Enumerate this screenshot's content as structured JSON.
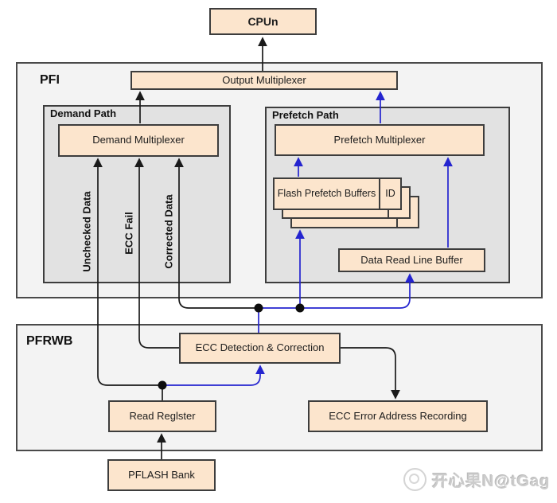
{
  "diagram": {
    "cpu_label": "CPUn",
    "pfi": {
      "label": "PFI",
      "output_multiplexer": "Output Multiplexer",
      "demand_path": {
        "label": "Demand Path",
        "demand_multiplexer": "Demand Multiplexer"
      },
      "prefetch_path": {
        "label": "Prefetch Path",
        "prefetch_multiplexer": "Prefetch Multiplexer",
        "flash_prefetch_buffers": "Flash Prefetch Buffers",
        "id_tag": "ID",
        "data_read_line_buffer": "Data Read Line Buffer"
      }
    },
    "signal_labels": {
      "unchecked_data": "Unchecked Data",
      "ecc_fail": "ECC Fail",
      "corrected_data": "Corrected Data"
    },
    "pfrwb": {
      "label": "PFRWB",
      "ecc_detection_correction": "ECC Detection & Correction",
      "read_register": "Read Reglster",
      "ecc_error_address_recording": "ECC Error Address Recording"
    },
    "pflash_bank": "PFLASH Bank",
    "colors": {
      "block_fill": "#fce5cd",
      "block_border": "#3d3d3d",
      "group_fill": "#f3f3f3",
      "path_group_fill": "#e2e2e2",
      "black_line": "#1a1a1a",
      "blue_line": "#2424cf",
      "junction_dot": "#0d0d0d"
    }
  },
  "watermark": {
    "text": "开心果N@tGag"
  }
}
